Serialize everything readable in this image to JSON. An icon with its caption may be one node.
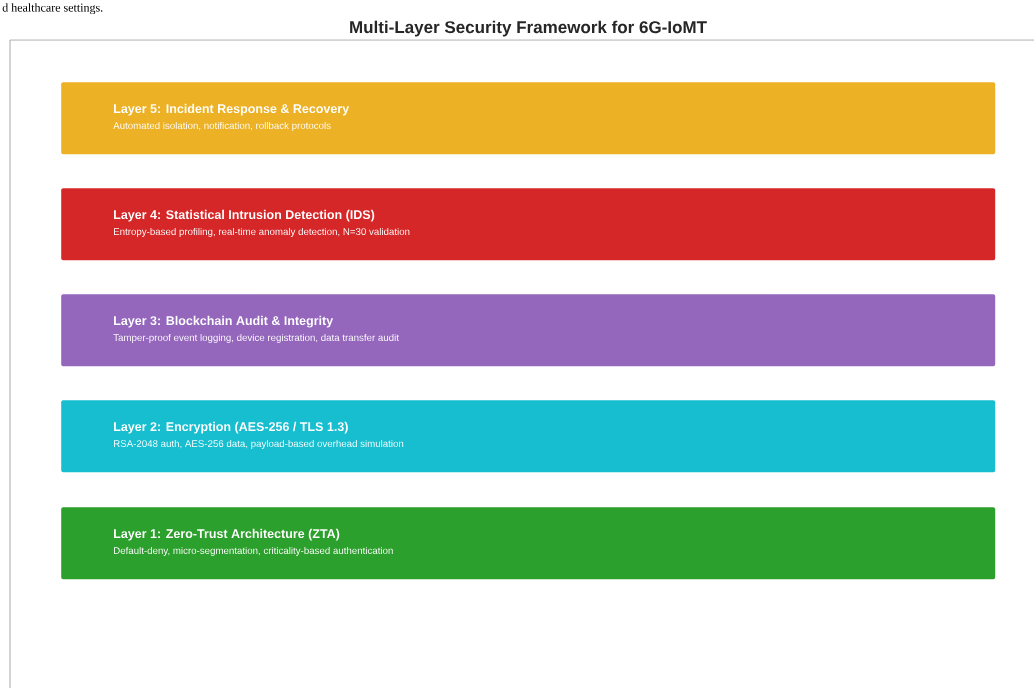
{
  "diagram": {
    "title": "Multi-Layer Security Framework for 6G-IoMT",
    "nodes": [
      {
        "text": [
          "Layer 5: Incident Response & Recovery",
          "Automated isolation, notification, rollback protocols"
        ]
      },
      {
        "text": [
          "Layer 4: Statistical Intrusion Detection (IDS)",
          "Entropy-based profiling, real-time anomaly detection, N=30 validation"
        ]
      },
      {
        "text": [
          "Layer 3: Blockchain Audit & Integrity",
          "Tamper-proof event logging, device registration, data transfer audit"
        ]
      },
      {
        "text": [
          "Layer 2: Encryption (AES-256 / TLS 1.3)",
          "RSA-2048 auth, AES-256 data, payload-based overhead simulation"
        ]
      },
      {
        "text": [
          "Layer 1: Zero-Trust Architecture (ZTA)",
          "Default-deny, micro-segmentation, criticality-based authentication"
        ]
      }
    ],
    "labels": [
      "d healthcare settings."
    ]
  }
}
